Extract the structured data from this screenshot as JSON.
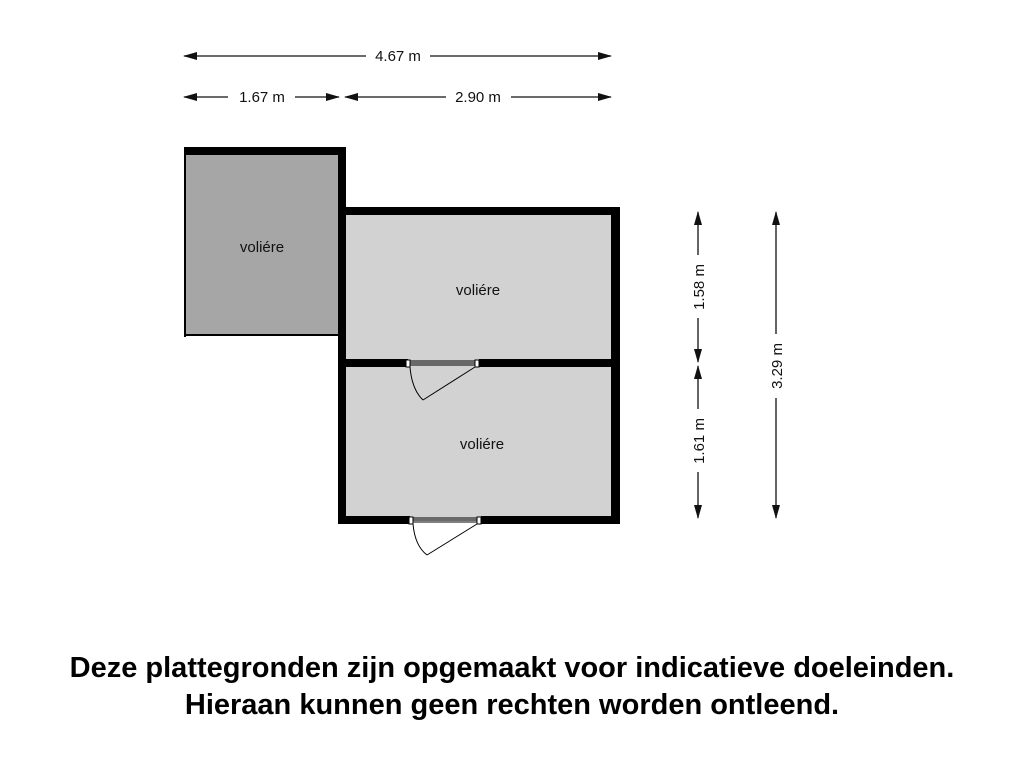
{
  "colors": {
    "wall": "#000000",
    "room_dark": "#a6a6a6",
    "room_light": "#d2d2d2",
    "background": "#ffffff"
  },
  "dimensions": {
    "total_width": "4.67 m",
    "left_width": "1.67 m",
    "right_width": "2.90 m",
    "upper_height": "1.58 m",
    "lower_height": "1.61 m",
    "total_height": "3.29 m"
  },
  "rooms": [
    {
      "label": "voliére"
    },
    {
      "label": "voliére"
    },
    {
      "label": "voliére"
    }
  ],
  "disclaimer": {
    "line1": "Deze plattegronden zijn opgemaakt voor indicatieve doeleinden.",
    "line2": "Hieraan kunnen geen rechten worden ontleend."
  }
}
